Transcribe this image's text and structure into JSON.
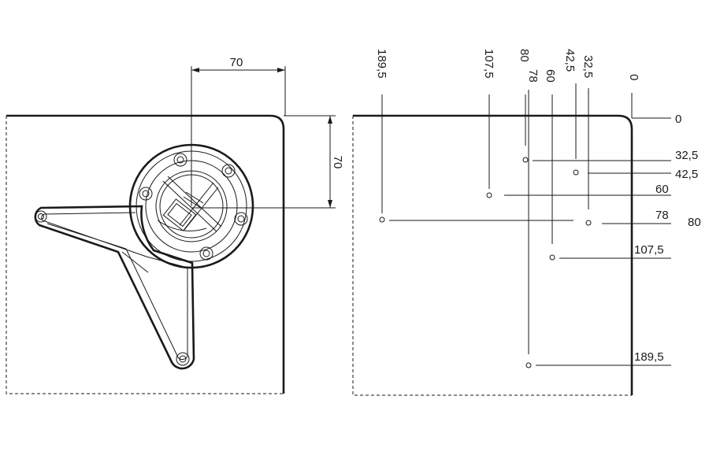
{
  "left_view": {
    "dim_horizontal": "70",
    "dim_vertical": "70"
  },
  "right_view": {
    "top_labels": [
      "189,5",
      "107,5",
      "80",
      "78",
      "60",
      "42,5",
      "32,5",
      "0"
    ],
    "side_labels": [
      "0",
      "32,5",
      "42,5",
      "60",
      "78",
      "80",
      "107,5",
      "189,5"
    ]
  }
}
